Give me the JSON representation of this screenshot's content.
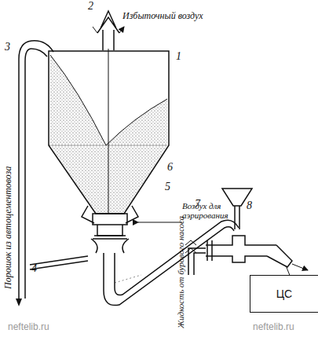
{
  "diagram": {
    "nodes": [
      {
        "text": [
          "ЦС"
        ]
      }
    ],
    "labels": [
      "2",
      "Избыточный воздух",
      "3",
      "1",
      "6",
      "5",
      "Воздух для аэрирования",
      "7",
      "8",
      "4",
      "Порошок из автоцементовоза",
      "Жидкость от бурового насоса",
      "neftelib.ru",
      "neftelib.ru"
    ]
  }
}
